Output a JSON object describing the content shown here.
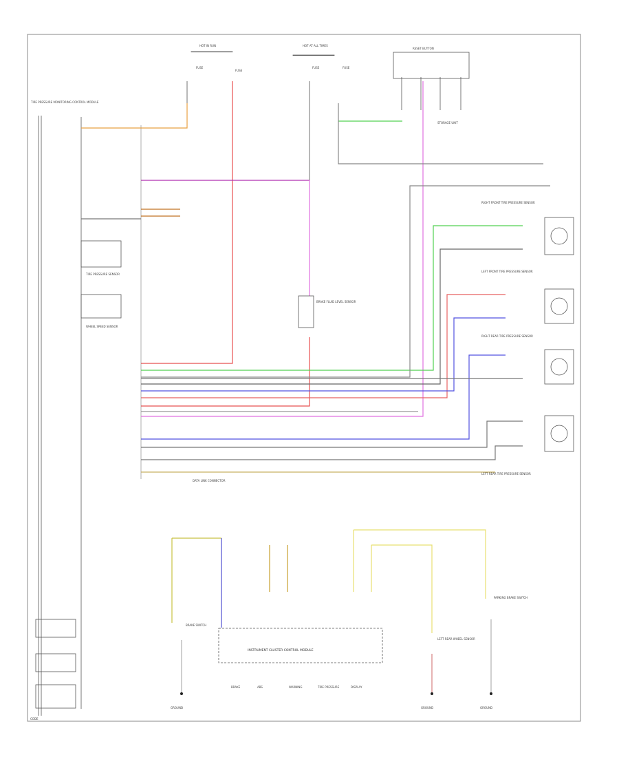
{
  "diagram": {
    "labels": {
      "hot_in_run": "HOT IN RUN",
      "hot_at_all_times": "HOT AT ALL TIMES",
      "fuse_a": "FUSE",
      "fuse_b": "FUSE",
      "fuse_c": "FUSE",
      "fuse_d": "FUSE",
      "reset_button": "RESET BUTTON",
      "storage_unit": "STORAGE UNIT",
      "tpms_control_module": "TIRE PRESSURE MONITORING CONTROL MODULE",
      "pressure_sensor": "TIRE PRESSURE SENSOR",
      "wheel_speed_sensor": "WHEEL SPEED SENSOR",
      "brake_fluid_sensor": "BRAKE FLUID LEVEL SENSOR",
      "right_front_sensor": "RIGHT FRONT TIRE PRESSURE SENSOR",
      "left_front_sensor": "LEFT FRONT TIRE PRESSURE SENSOR",
      "right_rear_sensor": "RIGHT REAR TIRE PRESSURE SENSOR",
      "left_rear_sensor": "LEFT REAR TIRE PRESSURE SENSOR",
      "instrument_cluster": "INSTRUMENT CLUSTER CONTROL MODULE",
      "brake_switch": "BRAKE SWITCH",
      "left_rear_wheel_sensor": "LEFT REAR WHEEL SENSOR",
      "parking_brake_switch": "PARKING BRAKE SWITCH",
      "ground_a": "GROUND",
      "ground_b": "GROUND",
      "ground_c": "GROUND",
      "data_link": "DATA LINK CONNECTOR",
      "brake_lamp": "BRAKE",
      "abs_lamp": "ABS",
      "warning_lamp": "WARNING",
      "tire_pressure_lamp": "TIRE PRESSURE",
      "display": "DISPLAY",
      "corner": "CODE"
    }
  }
}
